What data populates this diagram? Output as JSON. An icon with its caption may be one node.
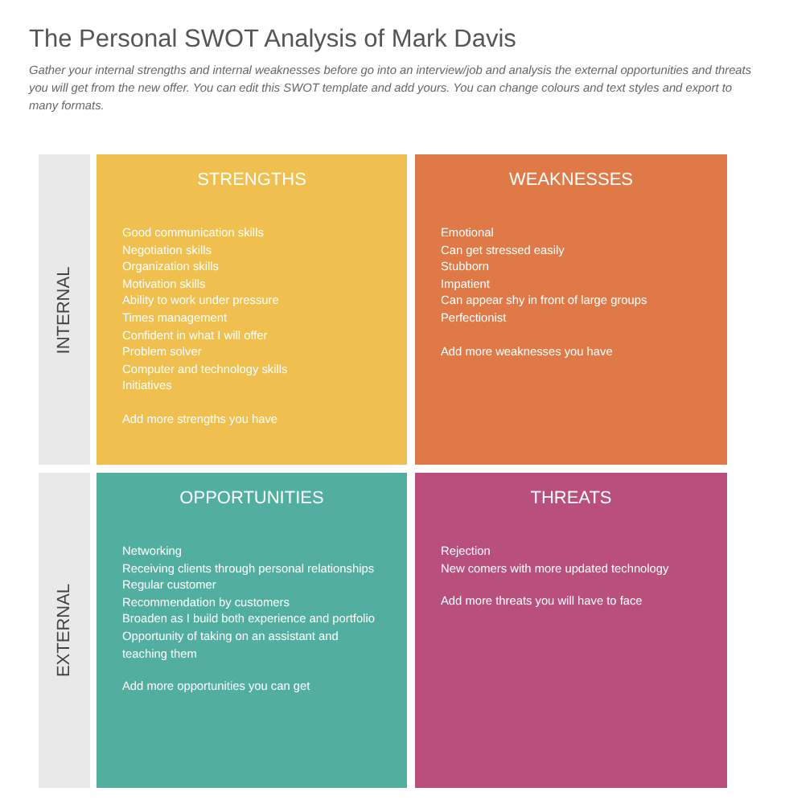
{
  "diagram": {
    "title": "The Personal SWOT Analysis of Mark Davis",
    "caption": "Gather your internal strengths and internal weaknesses before go into an interview/job and analysis the external opportunities and threats you will get from the new offer. You can edit this SWOT template and add yours. You can change colours and text styles and export to many formats.",
    "nodes": [
      {
        "text": [
          "INTERNAL"
        ]
      },
      {
        "text": [
          "STRENGTHS",
          "Good communication skills",
          "Negotiation skills",
          "Organization skills",
          "Motivation skills",
          "Ability to work under pressure",
          "Times management",
          "Confident in what I will offer",
          "Problem solver",
          "Computer and technology skills",
          "Initiatives",
          "Add more strengths you have"
        ]
      },
      {
        "text": [
          "WEAKNESSES",
          "Emotional",
          "Can get stressed easily",
          "Stubborn",
          "Impatient",
          "Can appear shy in front of large groups",
          "Perfectionist",
          "Add more weaknesses you have"
        ]
      },
      {
        "text": [
          "EXTERNAL"
        ]
      },
      {
        "text": [
          "OPPORTUNITIES",
          "Networking",
          "Receiving clients through personal relationships",
          "Regular customer",
          "Recommendation by customers",
          "Broaden as I build both experience and portfolio",
          "Opportunity of taking on an assistant and teaching them",
          "Add more opportunities you can get"
        ]
      },
      {
        "text": [
          "THREATS",
          "Rejection",
          "New comers with more updated technology",
          "Add more threats you will have to face"
        ]
      }
    ],
    "edges": []
  }
}
